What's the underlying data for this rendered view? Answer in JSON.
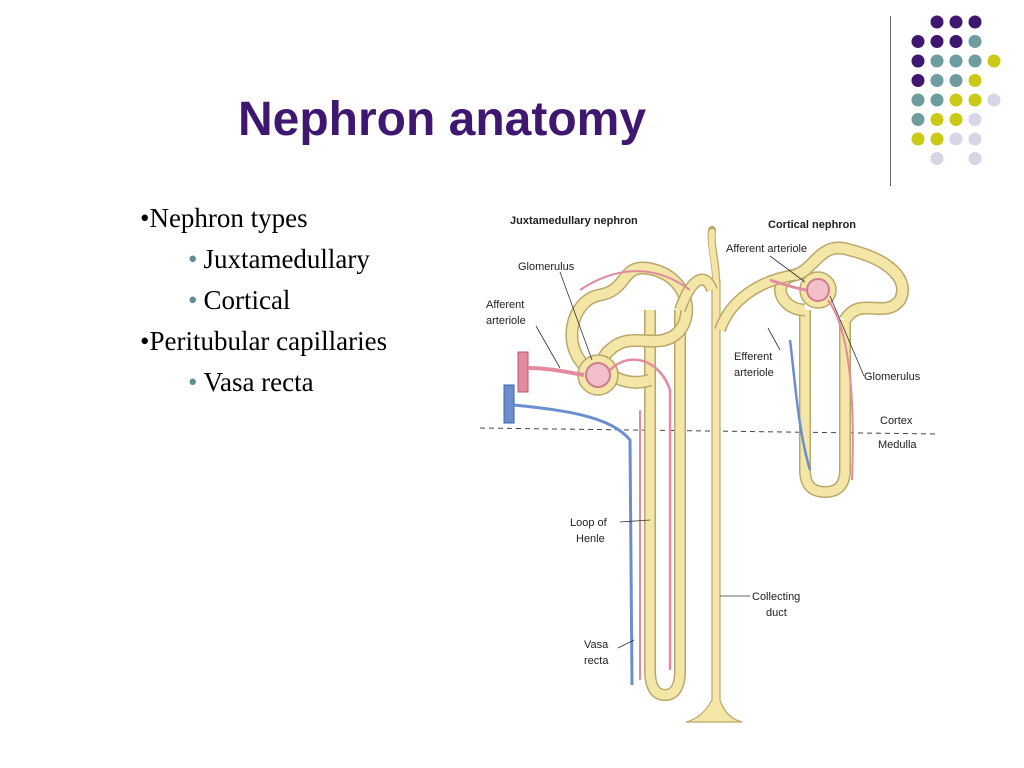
{
  "slide": {
    "title": "Nephron anatomy",
    "bullets": [
      {
        "level": 1,
        "marker": "•",
        "text": "Nephron types"
      },
      {
        "level": 2,
        "marker": "•",
        "text": "Juxtamedullary"
      },
      {
        "level": 2,
        "marker": "•",
        "text": "Cortical"
      },
      {
        "level": 1,
        "marker": "•",
        "text": "Peritubular capillaries"
      },
      {
        "level": 2,
        "marker": "•",
        "text": "Vasa recta"
      }
    ]
  },
  "figure": {
    "header_left": "Juxtamedullary nephron",
    "header_right": "Cortical nephron",
    "labels": {
      "glomerulus_left": "Glomerulus",
      "afferent_left_1": "Afferent",
      "afferent_left_2": "arteriole",
      "afferent_right": "Afferent arteriole",
      "efferent_1": "Efferent",
      "efferent_2": "arteriole",
      "glomerulus_right": "Glomerulus",
      "cortex": "Cortex",
      "medulla": "Medulla",
      "loop_1": "Loop of",
      "loop_2": "Henle",
      "collecting_1": "Collecting",
      "collecting_2": "duct",
      "vasa_1": "Vasa",
      "vasa_2": "recta"
    }
  },
  "theme": {
    "title_color": "#3f1670",
    "dot_colors": [
      "#3f1670",
      "#6f9c9e",
      "#c9c916",
      "#d6d6e6"
    ],
    "tubule_color": "#f3e6a6",
    "artery_color": "#e38aa0",
    "vein_color": "#6a8ecf"
  }
}
